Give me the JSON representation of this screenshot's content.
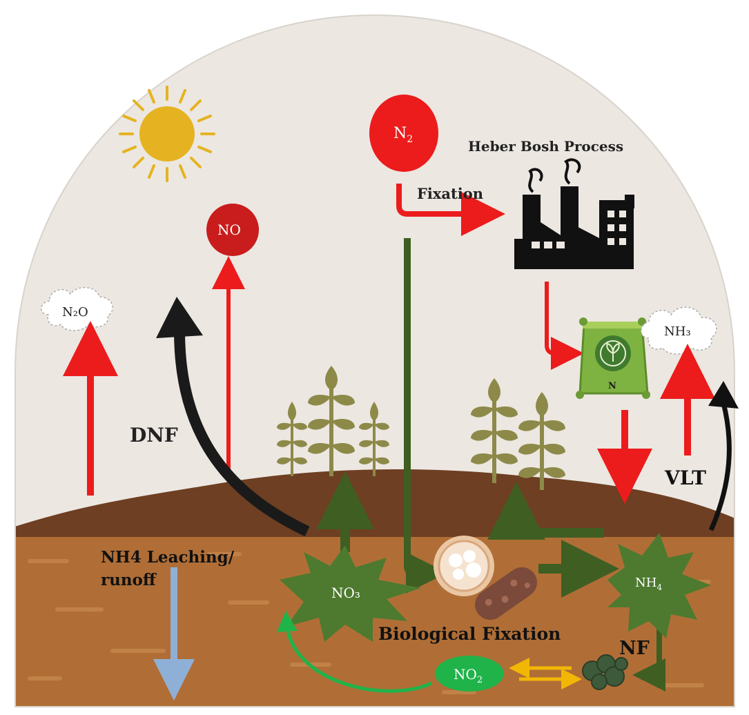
{
  "labels": {
    "n2": "N",
    "n2_sub": "2",
    "no": "NO",
    "n2o": "N₂O",
    "nh3": "NH₃",
    "process": "Heber Bosh Process",
    "fixation": "Fixation",
    "dnf": "DNF",
    "vlt": "VLT",
    "leaching_line1": "NH4 Leaching/",
    "leaching_line2": "runoff",
    "no3": "NO₃",
    "nh4": "NH",
    "nh4_sub": "4",
    "bio_fixation": "Biological Fixation",
    "nf": "NF",
    "no2": "NO",
    "no2_sub": "2",
    "fertilizer_mark": "N"
  },
  "colors": {
    "sky": "#ece7e1",
    "soil_top": "#6e3f22",
    "soil": "#b06e36",
    "red": "#ec1c1c",
    "dark_green": "#3f5e22",
    "star_green": "#4d7a2f",
    "no2_green": "#1fb34a",
    "blue": "#8fb0d6",
    "yellow": "#f2b705",
    "sun": "#e5b321",
    "plant": "#8d8a49"
  }
}
